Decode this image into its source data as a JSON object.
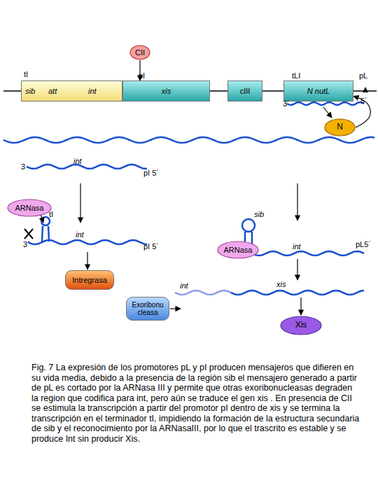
{
  "diagram": {
    "caption": "Fig. 7 La expresión de los promotores pL y pI producen mensajeros que difieren en su vida media, debido a la presencia de la región sib el mensajero generado a partir de pL es cortado por la ARNasa III y permite que otras exoribonucleasas degraden la region que codifica para int, pero aún se traduce el gen xis . En presencia de CII se estimula la transcripción a partir del promotor pI dentro de xis y se termina la transcripción en el terminador tI, impidiendo la formación de la estructura secundaria de sib y el reconocimiento por la ARNasaIII, por lo que el trascrito es estable y se produce Int sin producir Xis.",
    "nodes": [
      {
        "text": [
          "CII"
        ]
      },
      {
        "text": [
          "sib",
          "att",
          "int"
        ]
      },
      {
        "text": [
          "xis"
        ]
      },
      {
        "text": [
          "cIII"
        ]
      },
      {
        "text": [
          "N nutL"
        ]
      },
      {
        "text": [
          "N"
        ]
      },
      {
        "text": [
          "ARNasa"
        ]
      },
      {
        "text": [
          "Intregrasa"
        ]
      },
      {
        "text": [
          "ARNasa"
        ]
      },
      {
        "text": [
          "Exoribonu cleasa"
        ]
      },
      {
        "text": [
          "Xis"
        ]
      }
    ],
    "edges": [
      {
        "from": 0,
        "to": 2,
        "arrow": "to"
      },
      {
        "from": 5,
        "to": 4,
        "arrow": "to"
      }
    ],
    "labels": [
      "tI",
      "pI",
      "tLI",
      "pL",
      "3´",
      "5´",
      "int",
      "3",
      "pI 5´",
      "tI",
      "int",
      "3´",
      "pI 5´",
      "sib",
      "int",
      "pL5´",
      "xis",
      "int"
    ]
  }
}
